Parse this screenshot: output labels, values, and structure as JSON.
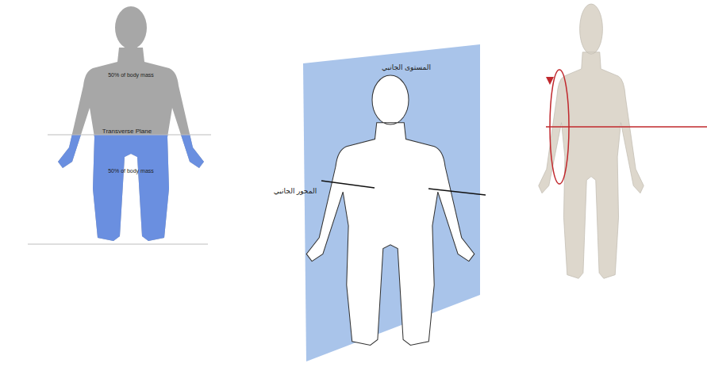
{
  "diagram": {
    "labels": [
      "50% of body mass",
      "Transverse Plane",
      "50% of body mass",
      "المستوى الجانبي",
      "المحور الجانبي"
    ]
  }
}
